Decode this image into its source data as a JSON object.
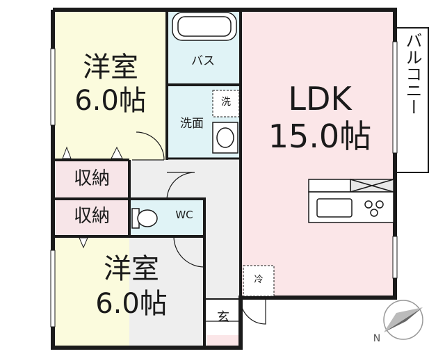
{
  "rooms": {
    "western_top": {
      "name": "洋室",
      "size": "6.0帖"
    },
    "western_bottom": {
      "name": "洋室",
      "size": "6.0帖"
    },
    "ldk": {
      "name": "LDK",
      "size": "15.0帖"
    },
    "bath": {
      "name": "バス"
    },
    "washroom": {
      "name": "洗面"
    },
    "washer": {
      "name": "洗"
    },
    "storage_1": {
      "name": "収納"
    },
    "storage_2": {
      "name": "収納"
    },
    "toilet": {
      "name": "WC"
    },
    "entrance": {
      "name": "玄"
    },
    "fridge": {
      "name": "冷"
    },
    "balcony": {
      "name": "バルコニー"
    }
  },
  "compass": {
    "label": "N"
  },
  "colors": {
    "western": "#fbfbdd",
    "ldk": "#fbe6e8",
    "wet": "#e0f3f6",
    "storage": "#f7e5e8",
    "corridor": "#eeeeee",
    "wall": "#1a1a1a"
  }
}
